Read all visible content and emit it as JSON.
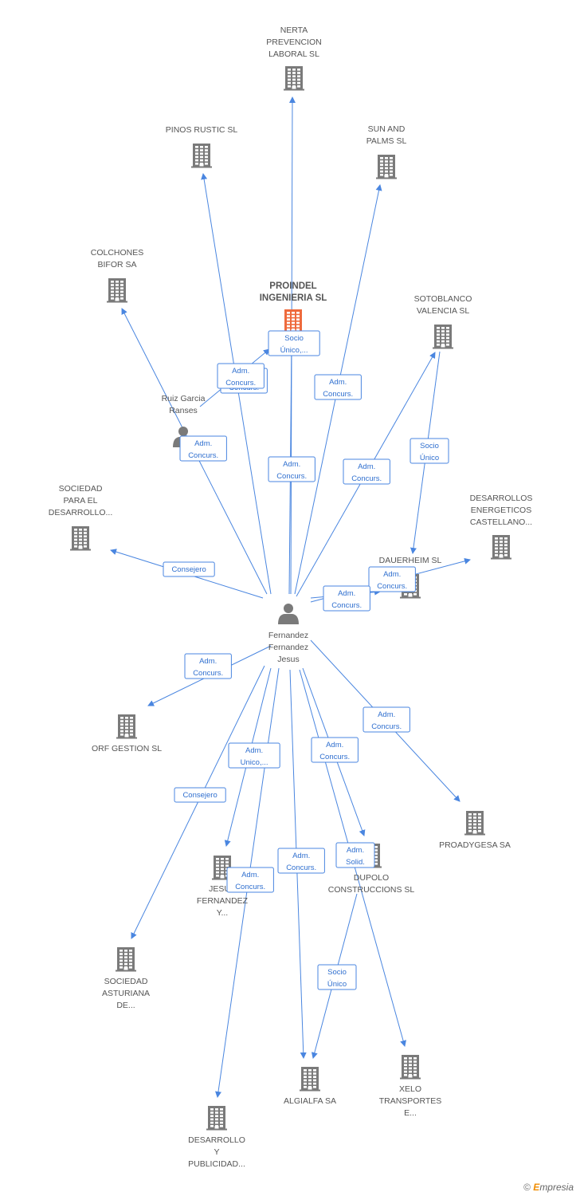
{
  "nodes": [
    {
      "id": "nerta",
      "type": "company",
      "label": [
        "NERTA",
        "PREVENCION",
        "LABORAL SL"
      ]
    },
    {
      "id": "pinos",
      "type": "company",
      "label": [
        "PINOS RUSTIC SL"
      ]
    },
    {
      "id": "sunpalms",
      "type": "company",
      "label": [
        "SUN AND",
        "PALMS SL"
      ]
    },
    {
      "id": "colchones",
      "type": "company",
      "label": [
        "COLCHONES",
        "BIFOR SA"
      ]
    },
    {
      "id": "proindel",
      "type": "company-main",
      "label": [
        "PROINDEL",
        "INGENIERIA SL"
      ]
    },
    {
      "id": "sotoblanco",
      "type": "company",
      "label": [
        "SOTOBLANCO",
        "VALENCIA SL"
      ]
    },
    {
      "id": "ruiz",
      "type": "person",
      "label": [
        "Ruiz Garcia",
        "Ranses"
      ]
    },
    {
      "id": "sociedad_des",
      "type": "company",
      "label": [
        "SOCIEDAD",
        "PARA EL",
        "DESARROLLO..."
      ]
    },
    {
      "id": "desener",
      "type": "company",
      "label": [
        "DESARROLLOS",
        "ENERGETICOS",
        "CASTELLANO..."
      ]
    },
    {
      "id": "dauerheim",
      "type": "company",
      "label": [
        "DAUERHEIM SL"
      ]
    },
    {
      "id": "fernandez",
      "type": "person",
      "label": [
        "Fernandez",
        "Fernandez",
        "Jesus"
      ]
    },
    {
      "id": "orf",
      "type": "company",
      "label": [
        "ORF GESTION SL"
      ]
    },
    {
      "id": "proadygesa",
      "type": "company",
      "label": [
        "PROADYGESA SA"
      ]
    },
    {
      "id": "jesus_fy",
      "type": "company",
      "label": [
        "JESUS",
        "FERNANDEZ",
        "Y..."
      ]
    },
    {
      "id": "dupolo",
      "type": "company",
      "label": [
        "DUPOLO",
        "CONSTRUCCIONS SL"
      ]
    },
    {
      "id": "asturiana",
      "type": "company",
      "label": [
        "SOCIEDAD",
        "ASTURIANA",
        "DE..."
      ]
    },
    {
      "id": "algialfa",
      "type": "company",
      "label": [
        "ALGIALFA SA"
      ]
    },
    {
      "id": "xelo",
      "type": "company",
      "label": [
        "XELO",
        "TRANSPORTES",
        "E..."
      ]
    },
    {
      "id": "desarrollo_pub",
      "type": "company",
      "label": [
        "DESARROLLO",
        "Y",
        "PUBLICIDAD..."
      ]
    }
  ],
  "edges": [
    {
      "from": "fernandez",
      "to": "nerta",
      "label": [
        "Adm.",
        "Concurs."
      ]
    },
    {
      "from": "fernandez",
      "to": "pinos",
      "label": [
        "Adm.",
        "Concurs."
      ]
    },
    {
      "from": "fernandez",
      "to": "sunpalms",
      "label": [
        "Adm.",
        "Concurs."
      ]
    },
    {
      "from": "fernandez",
      "to": "colchones",
      "label": [
        "Adm.",
        "Concurs."
      ]
    },
    {
      "from": "fernandez",
      "to": "proindel",
      "label": [
        "Socio",
        "Único,..."
      ]
    },
    {
      "from": "ruiz",
      "to": "proindel",
      "label": [
        "Adm.",
        "Concurs."
      ]
    },
    {
      "from": "fernandez",
      "to": "sotoblanco",
      "label": [
        "Adm.",
        "Concurs."
      ]
    },
    {
      "from": "sotoblanco",
      "to": "dauerheim",
      "label": [
        "Socio",
        "Único"
      ]
    },
    {
      "from": "fernandez",
      "to": "sociedad_des",
      "label": [
        "Consejero"
      ]
    },
    {
      "from": "fernandez",
      "to": "desener",
      "label": [
        "Adm.",
        "Concurs."
      ]
    },
    {
      "from": "fernandez",
      "to": "dauerheim",
      "label": [
        "Adm.",
        "Concurs."
      ]
    },
    {
      "from": "fernandez",
      "to": "orf",
      "label": [
        "Adm.",
        "Concurs."
      ]
    },
    {
      "from": "fernandez",
      "to": "proadygesa",
      "label": [
        "Adm.",
        "Concurs."
      ]
    },
    {
      "from": "fernandez",
      "to": "jesus_fy",
      "label": [
        "Adm.",
        "Unico,..."
      ]
    },
    {
      "from": "fernandez",
      "to": "dupolo",
      "label": [
        "Adm.",
        "Concurs."
      ]
    },
    {
      "from": "fernandez",
      "to": "asturiana",
      "label": [
        "Consejero"
      ]
    },
    {
      "from": "fernandez",
      "to": "algialfa",
      "label": [
        "Adm.",
        "Concurs."
      ]
    },
    {
      "from": "fernandez",
      "to": "xelo",
      "label": [
        "Adm.",
        "Solid."
      ]
    },
    {
      "from": "dupolo",
      "to": "algialfa",
      "label": [
        "Socio",
        "Único"
      ]
    },
    {
      "from": "fernandez",
      "to": "desarrollo_pub",
      "label": [
        "Adm.",
        "Concurs."
      ]
    }
  ],
  "brand": {
    "copyright": "©",
    "e": "E",
    "rest": "mpresia"
  },
  "colors": {
    "edge": "#4a86e0",
    "building": "#7a7a7a",
    "building_main": "#ee6a3c",
    "person": "#7a7a7a"
  }
}
